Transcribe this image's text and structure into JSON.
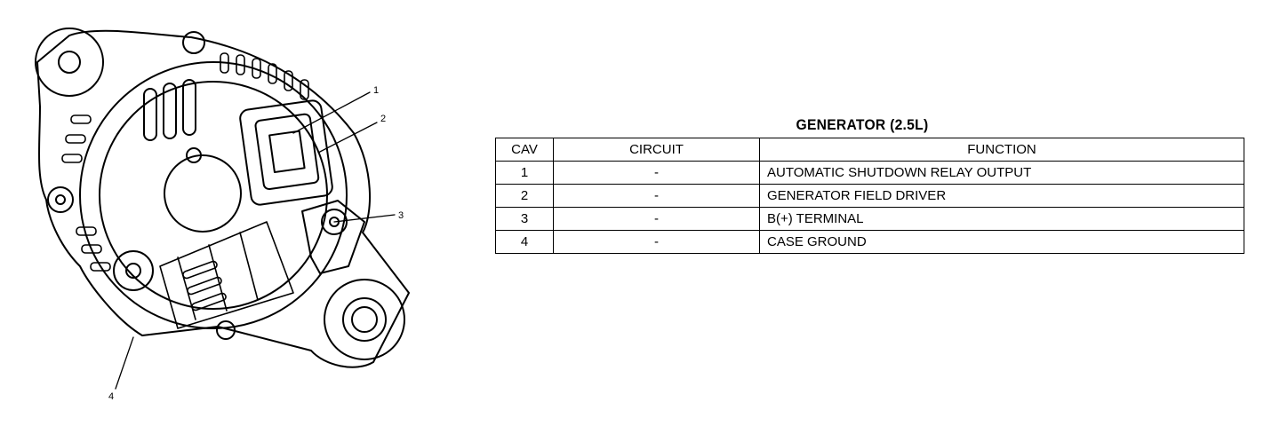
{
  "diagram": {
    "callouts": [
      "1",
      "2",
      "3",
      "4"
    ]
  },
  "table": {
    "title": "GENERATOR (2.5L)",
    "headers": [
      "CAV",
      "CIRCUIT",
      "FUNCTION"
    ],
    "rows": [
      {
        "cav": "1",
        "circuit": "-",
        "function": "AUTOMATIC SHUTDOWN RELAY OUTPUT"
      },
      {
        "cav": "2",
        "circuit": "-",
        "function": "GENERATOR FIELD DRIVER"
      },
      {
        "cav": "3",
        "circuit": "-",
        "function": "B(+) TERMINAL"
      },
      {
        "cav": "4",
        "circuit": "-",
        "function": "CASE GROUND"
      }
    ]
  }
}
